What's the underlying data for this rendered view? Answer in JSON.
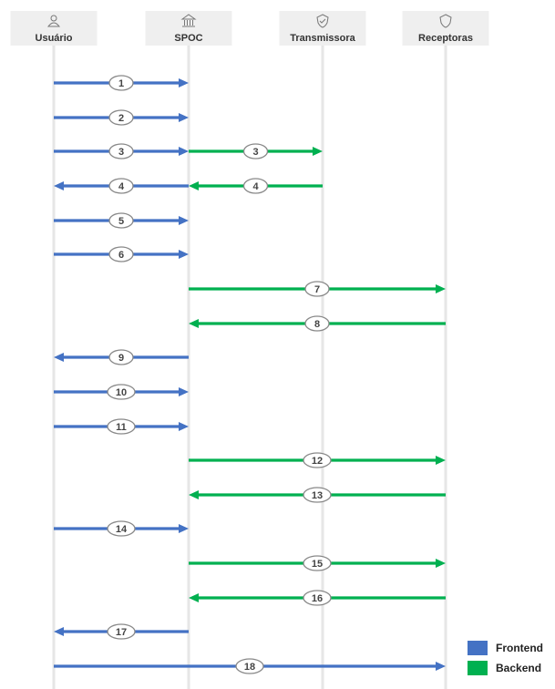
{
  "colors": {
    "frontend": "#4472c4",
    "backend": "#00b050",
    "lifeline": "#e6e6e6",
    "header_bg": "#efefef"
  },
  "lifelines": [
    {
      "id": "usuario",
      "label": "Usuário",
      "icon": "user-icon"
    },
    {
      "id": "spoc",
      "label": "SPOC",
      "icon": "bank-icon"
    },
    {
      "id": "transmissora",
      "label": "Transmissora",
      "icon": "shield-check-icon"
    },
    {
      "id": "receptoras",
      "label": "Receptoras",
      "icon": "shield-icon"
    }
  ],
  "messages": [
    {
      "label": "1",
      "from": "usuario",
      "to": "spoc",
      "kind": "frontend"
    },
    {
      "label": "2",
      "from": "usuario",
      "to": "spoc",
      "kind": "frontend"
    },
    {
      "label": "3",
      "from": "usuario",
      "to": "spoc",
      "kind": "frontend"
    },
    {
      "label": "3",
      "from": "spoc",
      "to": "transmissora",
      "kind": "backend",
      "same_row_as_previous": true
    },
    {
      "label": "4",
      "from": "spoc",
      "to": "usuario",
      "kind": "frontend"
    },
    {
      "label": "4",
      "from": "transmissora",
      "to": "spoc",
      "kind": "backend",
      "same_row_as_previous": true
    },
    {
      "label": "5",
      "from": "usuario",
      "to": "spoc",
      "kind": "frontend"
    },
    {
      "label": "6",
      "from": "usuario",
      "to": "spoc",
      "kind": "frontend"
    },
    {
      "label": "7",
      "from": "spoc",
      "to": "receptoras",
      "kind": "backend"
    },
    {
      "label": "8",
      "from": "receptoras",
      "to": "spoc",
      "kind": "backend"
    },
    {
      "label": "9",
      "from": "spoc",
      "to": "usuario",
      "kind": "frontend"
    },
    {
      "label": "10",
      "from": "usuario",
      "to": "spoc",
      "kind": "frontend"
    },
    {
      "label": "11",
      "from": "usuario",
      "to": "spoc",
      "kind": "frontend"
    },
    {
      "label": "12",
      "from": "spoc",
      "to": "receptoras",
      "kind": "backend"
    },
    {
      "label": "13",
      "from": "receptoras",
      "to": "spoc",
      "kind": "backend"
    },
    {
      "label": "14",
      "from": "usuario",
      "to": "spoc",
      "kind": "frontend"
    },
    {
      "label": "15",
      "from": "spoc",
      "to": "receptoras",
      "kind": "backend"
    },
    {
      "label": "16",
      "from": "receptoras",
      "to": "spoc",
      "kind": "backend"
    },
    {
      "label": "17",
      "from": "spoc",
      "to": "usuario",
      "kind": "frontend"
    },
    {
      "label": "18",
      "from": "usuario",
      "to": "receptoras",
      "kind": "frontend"
    }
  ],
  "legend": {
    "frontend_label": "Frontend",
    "backend_label": "Backend"
  }
}
